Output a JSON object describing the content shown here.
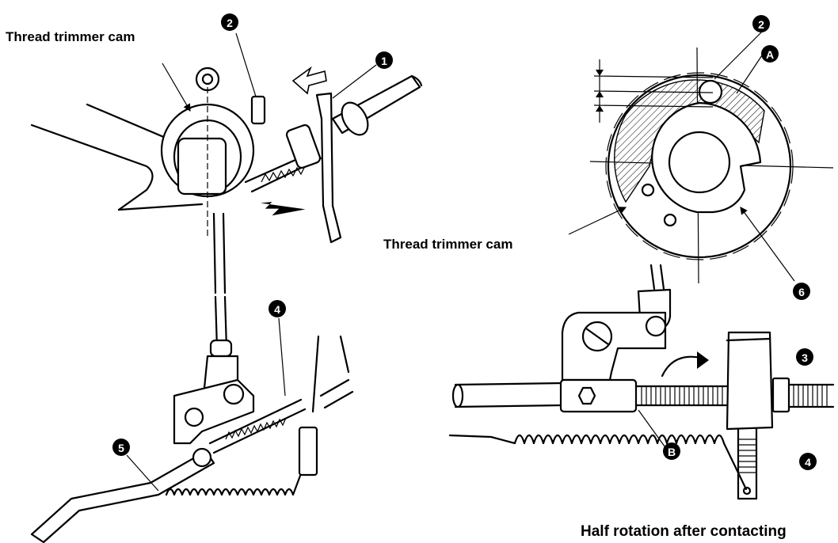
{
  "labels": {
    "cam_left": "Thread trimmer cam",
    "cam_right": "Thread trimmer cam",
    "half_rotation": "Half rotation after contacting"
  },
  "markers": {
    "m1": "1",
    "m2_left": "2",
    "m2_right": "2",
    "m3": "3",
    "m4_left": "4",
    "m4_right": "4",
    "m5": "5",
    "m6": "6",
    "mA": "A",
    "mB": "B"
  }
}
